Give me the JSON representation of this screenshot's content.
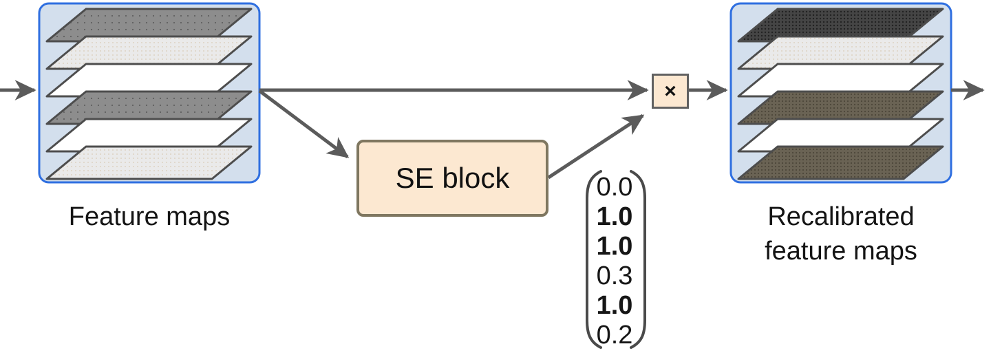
{
  "figure": {
    "input_box_label": "Feature maps",
    "se_block_label": "SE block",
    "multiply_symbol": "×",
    "output_label_line1": "Recalibrated",
    "output_label_line2": "feature maps",
    "scale_vector": {
      "values": [
        "0.0",
        "1.0",
        "1.0",
        "0.3",
        "1.0",
        "0.2"
      ],
      "bold_flags": [
        false,
        true,
        true,
        false,
        true,
        false
      ]
    }
  },
  "colors": {
    "container_fill": "#d3dfed",
    "container_border": "#2f6fe0",
    "se_block_fill": "#fce8d1",
    "se_block_border": "#7f7760",
    "multiply_box_fill": "#fce8d1",
    "arrow": "#5b5b5b",
    "layer_gray": "#8d8d8d",
    "layer_light": "#eaeaea",
    "layer_white": "#ffffff",
    "layer_dark": "#454545",
    "layer_taupe": "#6a6354"
  }
}
